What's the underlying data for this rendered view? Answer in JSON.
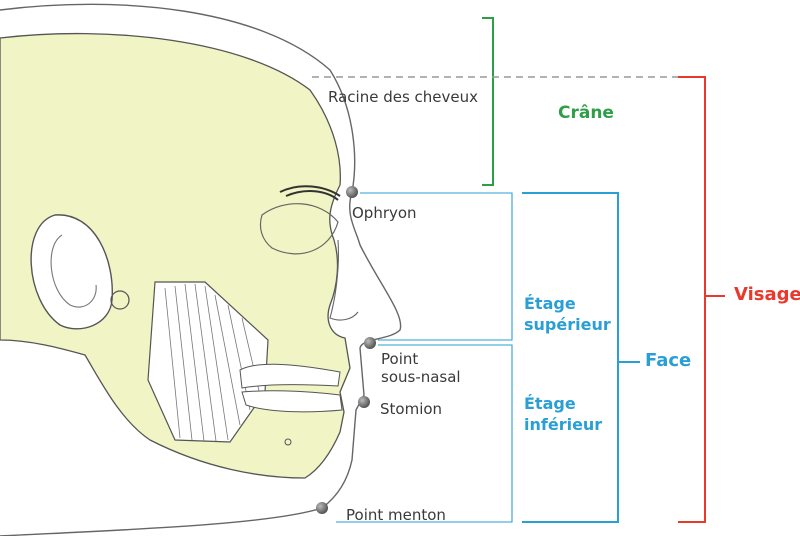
{
  "labels": {
    "racine": "Racine des cheveux",
    "ophryon": "Ophryon",
    "point_sous_nasal": "Point\nsous-nasal",
    "stomion": "Stomion",
    "point_menton": "Point menton",
    "crane": "Crâne",
    "etage_superieur": "Étage\nsupérieur",
    "etage_inferieur": "Étage\ninférieur",
    "face": "Face",
    "visage": "Visage"
  },
  "colors": {
    "crane": "#2e9e48",
    "face": "#2a9fd6",
    "visage": "#e8392c",
    "skull_fill": "#f1f4c4",
    "outline": "#555555",
    "landmark": "#777777"
  }
}
